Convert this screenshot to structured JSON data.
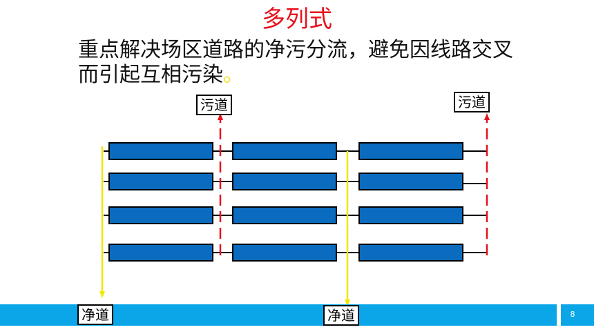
{
  "slide": {
    "title": "多列式",
    "body_line_1": "重点解决场区道路的净污分流，避免因线路交叉",
    "body_line_2": "而引起互相污染",
    "body_line_2_end": "。",
    "page_number": "8"
  },
  "diagram": {
    "dirty_road_label": "污道",
    "clean_road_label": "净道",
    "columns": 3,
    "rows": 4,
    "colors": {
      "barn_fill": "#0a6bbf",
      "barn_stroke": "#000000",
      "dirty_road": "#e8101c",
      "clean_road": "#f0e800",
      "bottom_bar": "#0aa6e8"
    }
  }
}
